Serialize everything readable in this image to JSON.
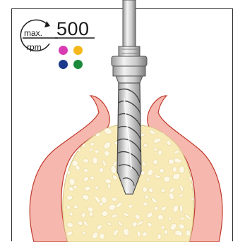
{
  "speed": {
    "max_label": "max.",
    "rpm_label": "rpm",
    "value": "500"
  },
  "drill_colors": [
    "#d83bb2",
    "#f4b81c",
    "#1c3a8c",
    "#1b8a3c"
  ],
  "colors": {
    "gingiva": "#f6b8ae",
    "gingiva_edge": "#c0392b",
    "bone": "#f8eab6",
    "bone_pores": "#fdf8e6",
    "drill_light": "#eeeeee",
    "drill_dark": "#555555"
  }
}
